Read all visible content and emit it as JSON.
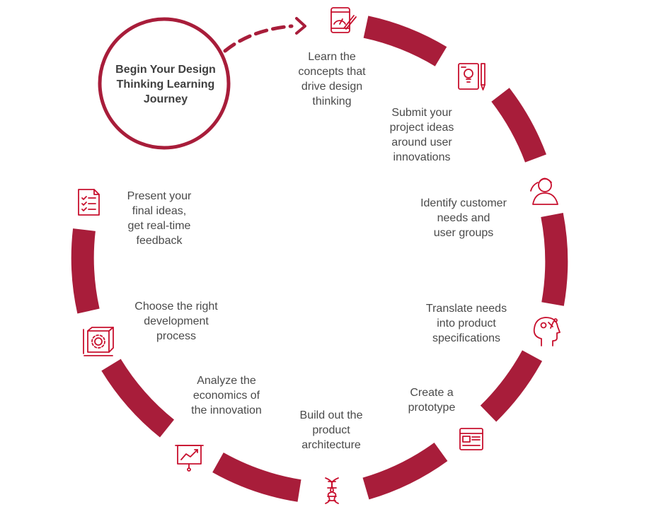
{
  "colors": {
    "accent": "#a81d3a",
    "text": "#4a4a4a"
  },
  "start": {
    "label": "Begin Your Design\nThinking Learning\nJourney"
  },
  "steps": [
    {
      "label": "Learn the\nconcepts that\ndrive design\nthinking",
      "icon": "tablet-design-icon"
    },
    {
      "label": "Submit your\nproject ideas\naround user\ninnovations",
      "icon": "idea-document-icon"
    },
    {
      "label": "Identify customer\nneeds and\nuser groups",
      "icon": "user-icon"
    },
    {
      "label": "Translate needs\ninto product\nspecifications",
      "icon": "head-ideas-icon"
    },
    {
      "label": "Create a\nprototype",
      "icon": "wireframe-icon"
    },
    {
      "label": "Build out the\nproduct\narchitecture",
      "icon": "dna-icon"
    },
    {
      "label": "Analyze the\neconomics of\nthe innovation",
      "icon": "presentation-chart-icon"
    },
    {
      "label": "Choose the right\ndevelopment\nprocess",
      "icon": "gear-box-icon"
    },
    {
      "label": "Present your\nfinal ideas,\nget real-time\nfeedback",
      "icon": "checklist-icon"
    }
  ]
}
